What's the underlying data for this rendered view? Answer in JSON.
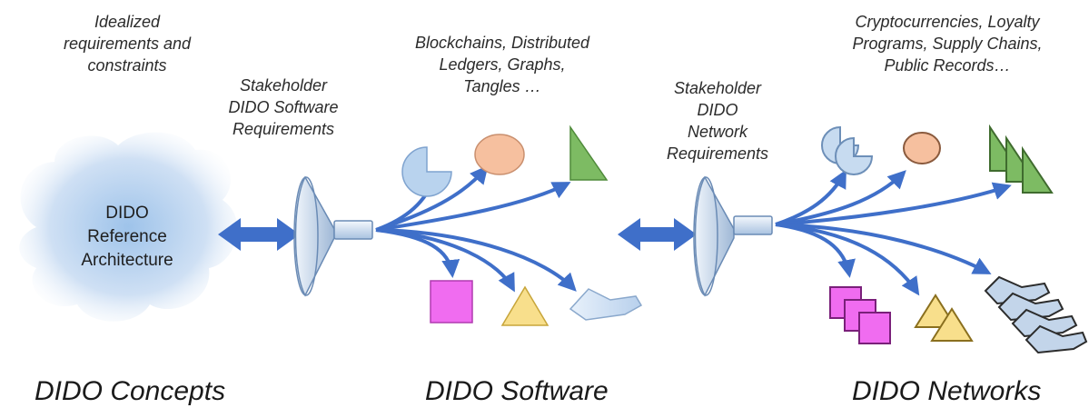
{
  "concepts": {
    "note": "Idealized\nrequirements and\nconstraints",
    "cloud_label": "DIDO\nReference\nArchitecture",
    "caption": "DIDO Concepts"
  },
  "software": {
    "stakeholder_label": "Stakeholder\nDIDO Software\nRequirements",
    "examples": "Blockchains, Distributed\nLedgers, Graphs,\nTangles …",
    "caption": "DIDO Software"
  },
  "networks": {
    "stakeholder_label": "Stakeholder\nDIDO\nNetwork\nRequirements",
    "examples": "Cryptocurrencies, Loyalty\nPrograms, Supply Chains,\nPublic Records…",
    "caption": "DIDO Networks"
  },
  "colors": {
    "arrow_blue": "#3f6fc9",
    "pie_blue": "#b9d3ee",
    "ellipse_orange": "#f6c09f",
    "triangle_green": "#7dbb63",
    "square_magenta": "#f06cf0",
    "triangle_yellow": "#f8df8c",
    "cloud_blue": "#d7e6f7"
  }
}
